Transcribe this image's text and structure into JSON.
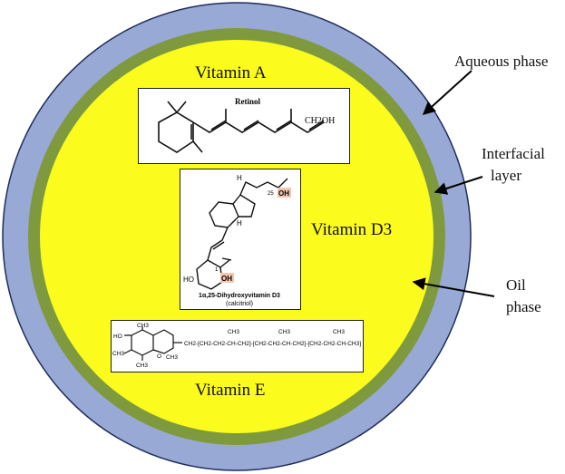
{
  "title": "",
  "layers": [
    {
      "name": "Aqueous phase",
      "color": "#99a9d6"
    },
    {
      "name": "Interfacial layer",
      "color": "#7f9a3e"
    },
    {
      "name": "Oil phase",
      "color": "#fbfb1e"
    }
  ],
  "labels": {
    "aqueous": "Aqueous phase",
    "interfacial_line1": "Interfacial",
    "interfacial_line2": "layer",
    "oil_line1": "Oil",
    "oil_line2": "phase",
    "vitamin_a": "Vitamin A",
    "vitamin_d3": "Vitamin D3",
    "vitamin_e": "Vitamin E"
  },
  "structures": {
    "retinol": {
      "name": "Retinol",
      "group": "CH2OH"
    },
    "calcitriol": {
      "name_line1": "1α,25-Dihydroxyvitamin D3",
      "name_line2": "(calcitriol)",
      "oh_top": "OH",
      "oh_bottom": "OH",
      "ho": "HO",
      "h_top": "H",
      "h_mid": "H",
      "c25": "25",
      "c1": "1"
    },
    "tocopherol": {
      "ring_ch3_top": "CH3",
      "ring_ch3_left": "CH3",
      "ring_ch3_bottom": "CH3",
      "ring_ch3_right": "CH3",
      "ho": "HO",
      "o": "O",
      "chain": "CH2-[CH2-CH2-CH-CH2]-[CH2-CH2-CH-CH2]-[CH2-CH2-CH-CH3]",
      "chain_ch3_1": "CH3",
      "chain_ch3_2": "CH3",
      "chain_ch3_3": "CH3"
    }
  }
}
